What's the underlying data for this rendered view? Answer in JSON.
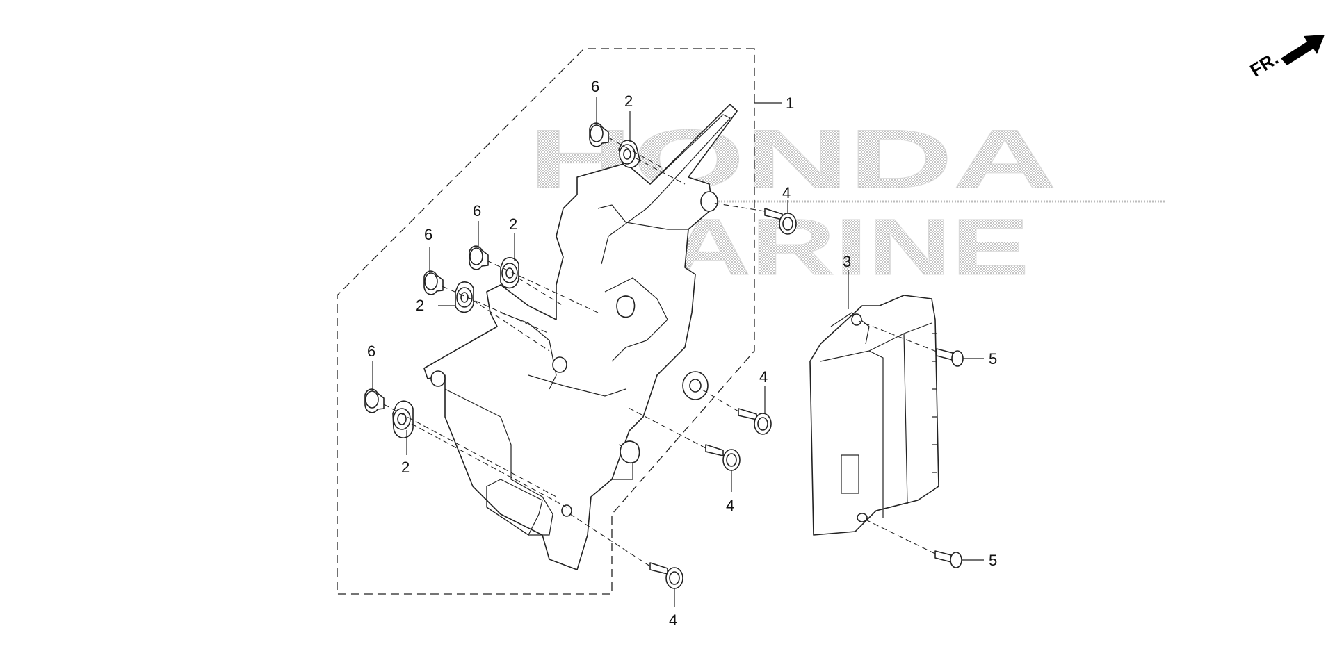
{
  "watermark": {
    "line1": "HONDA",
    "line2": "MARINE"
  },
  "direction_indicator": {
    "label": "FR.",
    "icon": "front-direction-arrow-icon"
  },
  "callouts": [
    {
      "id": "c1",
      "text": "1"
    },
    {
      "id": "c2a",
      "text": "2"
    },
    {
      "id": "c2b",
      "text": "2"
    },
    {
      "id": "c2c",
      "text": "2"
    },
    {
      "id": "c2d",
      "text": "2"
    },
    {
      "id": "c3",
      "text": "3"
    },
    {
      "id": "c4a",
      "text": "4"
    },
    {
      "id": "c4b",
      "text": "4"
    },
    {
      "id": "c4c",
      "text": "4"
    },
    {
      "id": "c4d",
      "text": "4"
    },
    {
      "id": "c5a",
      "text": "5"
    },
    {
      "id": "c5b",
      "text": "5"
    },
    {
      "id": "c6a",
      "text": "6"
    },
    {
      "id": "c6b",
      "text": "6"
    },
    {
      "id": "c6c",
      "text": "6"
    },
    {
      "id": "c6d",
      "text": "6"
    }
  ]
}
